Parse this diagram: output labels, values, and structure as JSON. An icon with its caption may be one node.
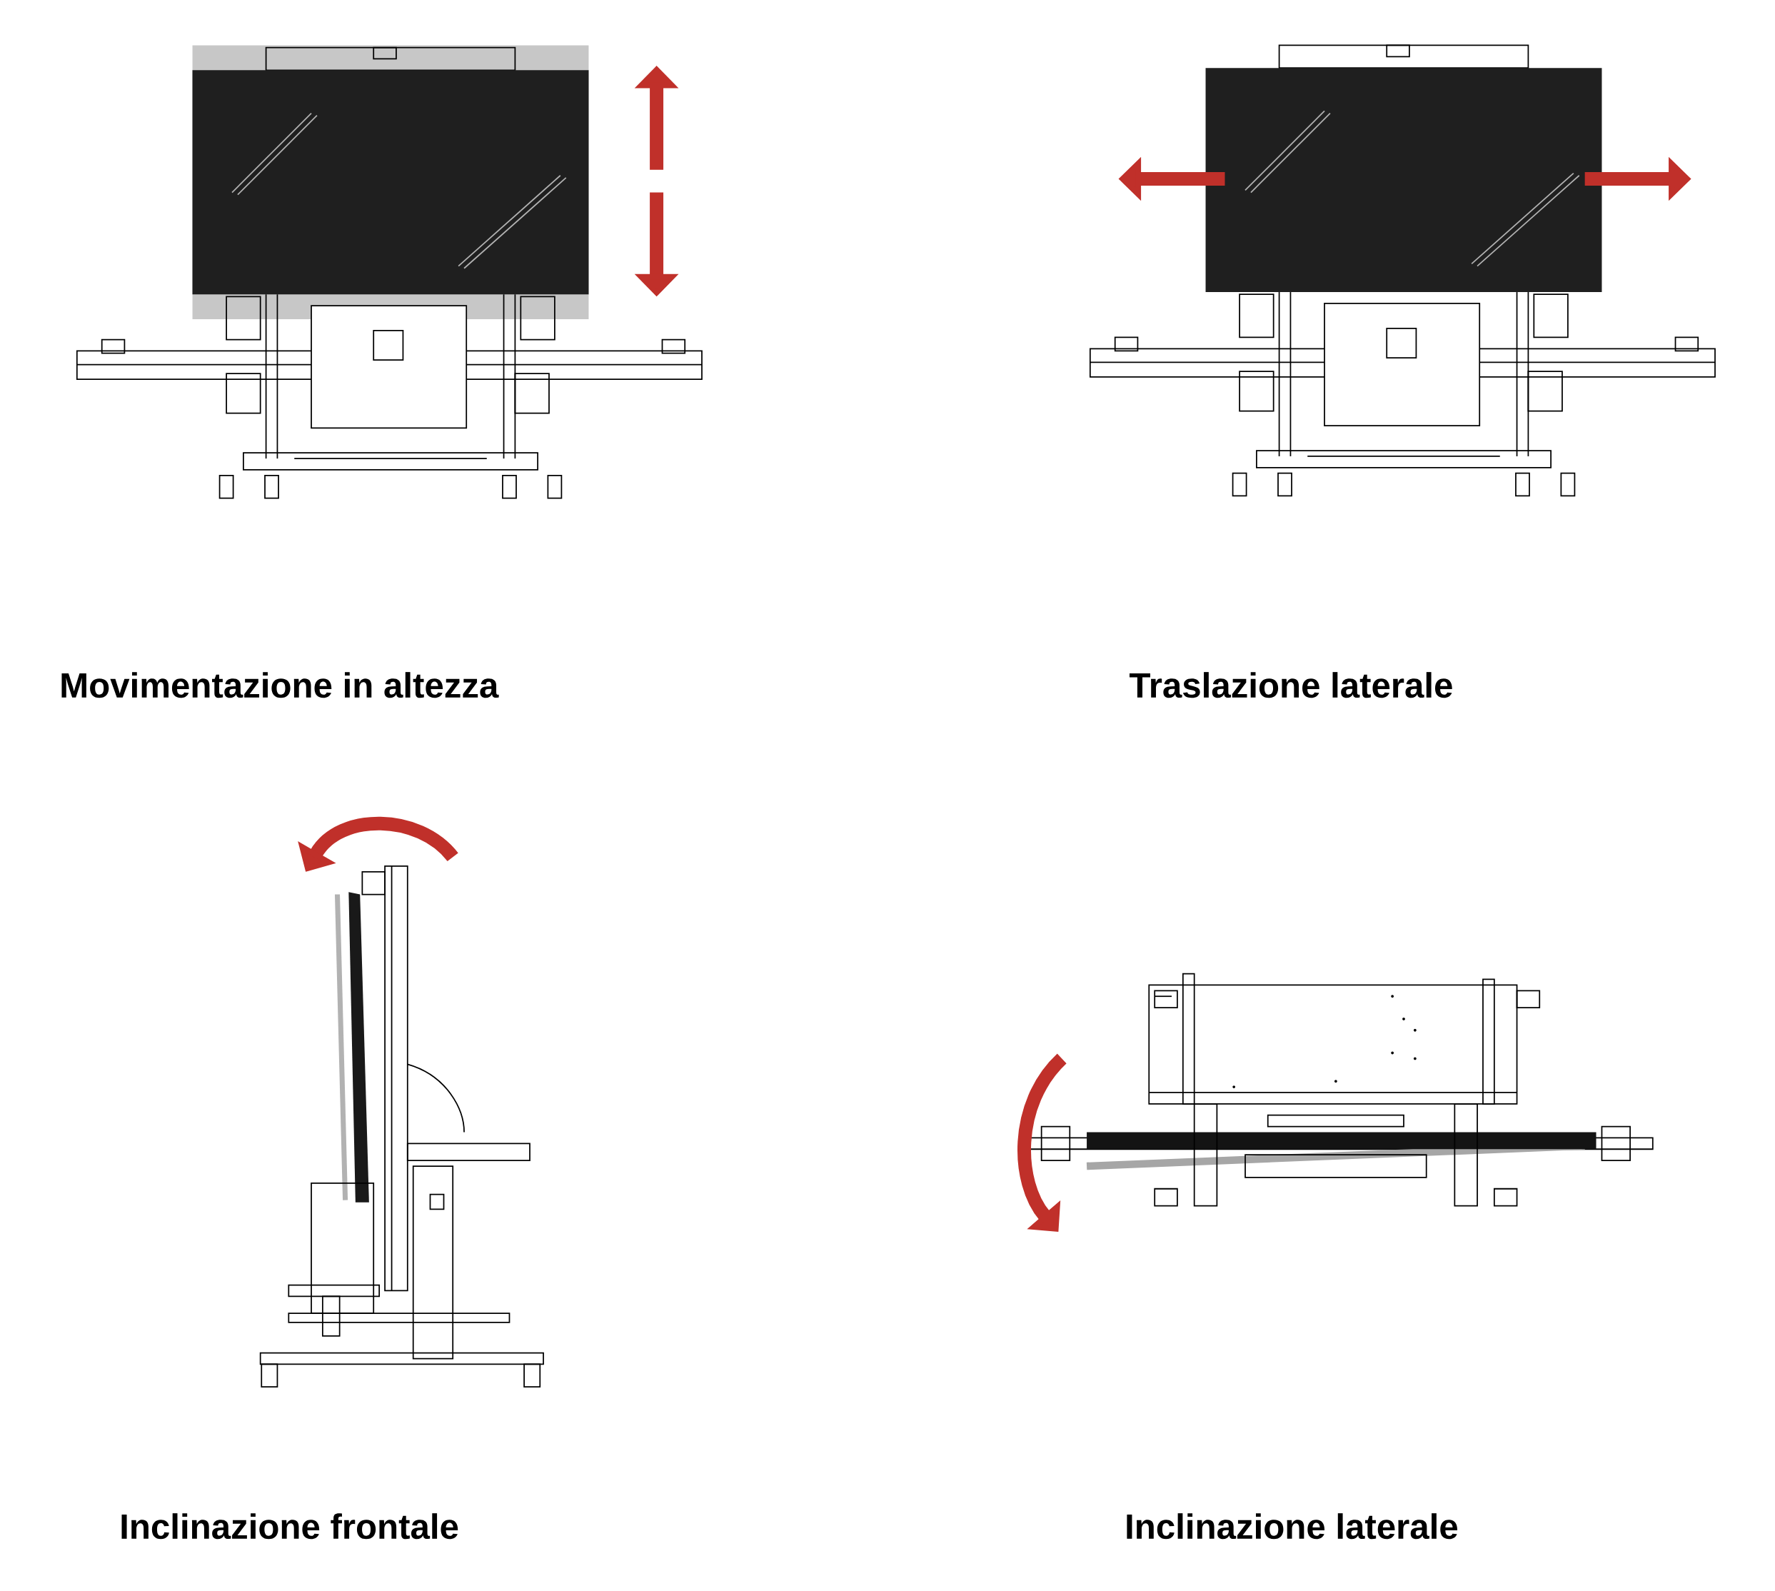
{
  "diagram": {
    "labels": [
      "Movimentazione in altezza",
      "Traslazione laterale",
      "Inclinazione frontale",
      "Inclinazione laterale"
    ]
  }
}
